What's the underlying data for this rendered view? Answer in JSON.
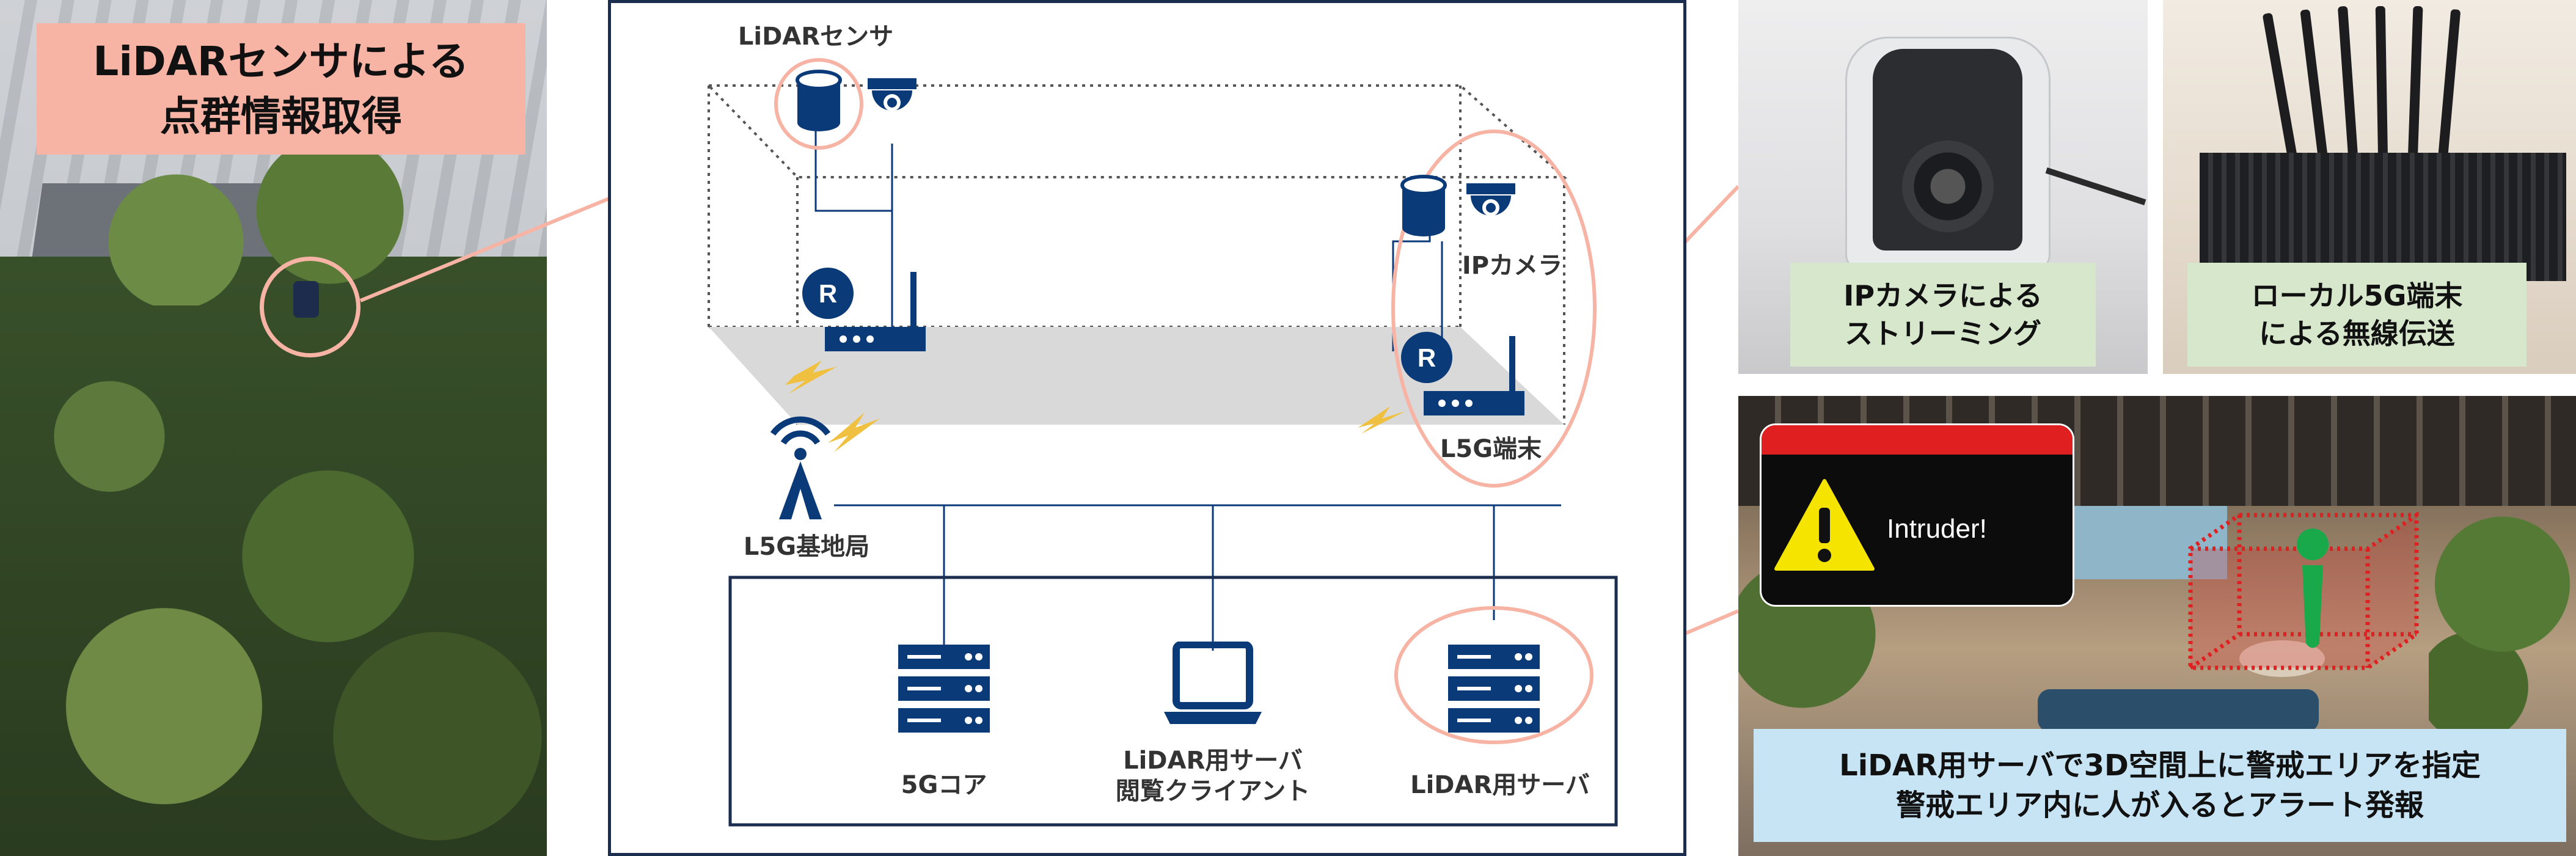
{
  "left_photo": {
    "caption": "LiDARセンサによる\n点群情報取得"
  },
  "diagram": {
    "labels": {
      "lidar_sensor": "LiDARセンサ",
      "ip_camera": "IPカメラ",
      "l5g_terminal": "L5G端末",
      "l5g_base_station": "L5G基地局",
      "core_5g": "5Gコア",
      "viewer_client": "LiDAR用サーバ\n閲覧クライアント",
      "lidar_server": "LiDAR用サーバ"
    },
    "router_badge": "R"
  },
  "right_top_left": {
    "caption": "IPカメラによる\nストリーミング"
  },
  "right_top_right": {
    "caption": "ローカル5G端末\nによる無線伝送"
  },
  "right_bottom": {
    "alert_text": "Intruder!",
    "caption": "LiDAR用サーバで3D空間上に警戒エリアを指定\n警戒エリア内に人が入るとアラート発報"
  },
  "colors": {
    "navy": "#0b3a78",
    "salmon": "#f7b3a4",
    "caption_green": "#d6e7cc",
    "caption_blue": "#c6e4f4",
    "alert_red": "#e02020",
    "yellow": "#f5c400"
  }
}
